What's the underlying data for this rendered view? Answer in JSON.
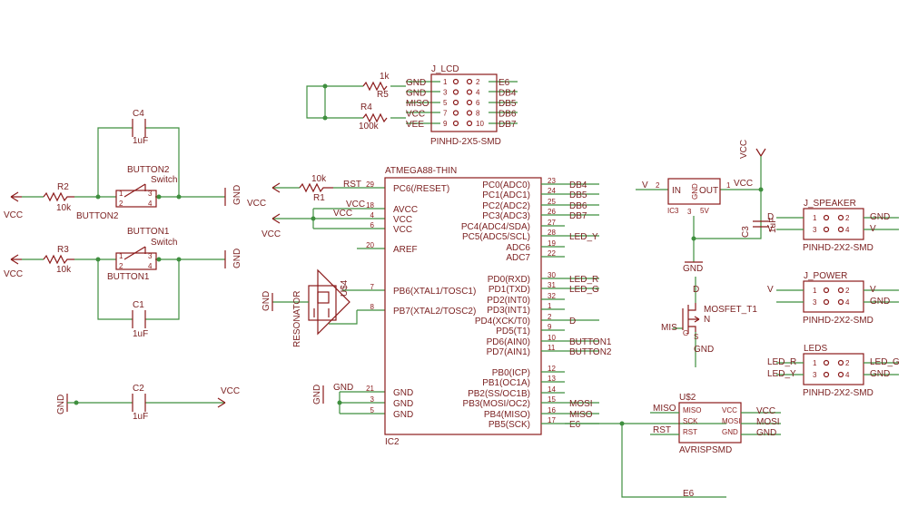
{
  "parts": {
    "r1": {
      "value": "10k",
      "name": "R1",
      "net": "RST"
    },
    "r2": {
      "value": "10k",
      "name": "R2"
    },
    "r3": {
      "value": "10k",
      "name": "R3"
    },
    "r4": {
      "value": "100k",
      "name": "R4"
    },
    "r5": {
      "value": "1k",
      "name": "R5"
    },
    "c1": {
      "name": "C1",
      "value": "1uF"
    },
    "c2": {
      "name": "C2",
      "value": "1uF"
    },
    "c3": {
      "name": "C3",
      "value": "1uF"
    },
    "c4": {
      "name": "C4",
      "value": "1uF"
    },
    "button1": {
      "name": "BUTTON1",
      "type": "Switch",
      "net": "BUTTON1"
    },
    "button2": {
      "name": "BUTTON2",
      "type": "Switch",
      "net": "BUTTON2"
    },
    "resonator": {
      "name": "RESONATOR",
      "ref": "U$4"
    },
    "ic3": {
      "ref": "IC3",
      "in": "IN",
      "out": "OUT",
      "gnd": "GND",
      "volt": "5V",
      "pin_in": "2",
      "pin_out": "1",
      "pin_gnd": "3"
    },
    "mosfet": {
      "name": "MOSFET_T1",
      "d": "D",
      "g": "G",
      "s": "S",
      "n": "N"
    },
    "avrisp": {
      "ref": "U$2",
      "name": "AVRISPSMD",
      "pins": [
        "MISO",
        "VCC",
        "SCK",
        "MOSI",
        "RST",
        "GND"
      ]
    }
  },
  "nets": {
    "vcc": "VCC",
    "gnd": "GND",
    "v": "V",
    "rst": "RST",
    "e6": "E6",
    "miso": "MISO",
    "mosi": "MOSI",
    "led_r": "LED_R",
    "led_g": "LED_G",
    "led_y": "LED_Y",
    "mis": "MIS"
  },
  "mcu": {
    "name": "ATMEGA88-THIN",
    "ref": "IC2",
    "left_pins": [
      {
        "num": "29",
        "name": "PC6(/RESET)",
        "net": "RST"
      },
      {
        "num": "18",
        "name": "AVCC",
        "net": "VCC"
      },
      {
        "num": "4",
        "name": "VCC",
        "net": "VCC"
      },
      {
        "num": "6",
        "name": "VCC",
        "net": ""
      },
      {
        "num": "20",
        "name": "AREF",
        "net": ""
      },
      {
        "num": "7",
        "name": "PB6(XTAL1/TOSC1)",
        "net": ""
      },
      {
        "num": "8",
        "name": "PB7(XTAL2/TOSC2)",
        "net": ""
      },
      {
        "num": "21",
        "name": "GND",
        "net": ""
      },
      {
        "num": "3",
        "name": "GND",
        "net": ""
      },
      {
        "num": "5",
        "name": "GND",
        "net": ""
      }
    ],
    "right_pins": [
      {
        "num": "23",
        "name": "PC0(ADC0)",
        "net": "DB4"
      },
      {
        "num": "24",
        "name": "PC1(ADC1)",
        "net": "DB5"
      },
      {
        "num": "25",
        "name": "PC2(ADC2)",
        "net": "DB6"
      },
      {
        "num": "26",
        "name": "PC3(ADC3)",
        "net": "DB7"
      },
      {
        "num": "27",
        "name": "PC4(ADC4/SDA)",
        "net": ""
      },
      {
        "num": "28",
        "name": "PC5(ADC5/SCL)",
        "net": "LED_Y"
      },
      {
        "num": "19",
        "name": "ADC6",
        "net": ""
      },
      {
        "num": "22",
        "name": "ADC7",
        "net": ""
      },
      {
        "num": "30",
        "name": "PD0(RXD)",
        "net": "LED_R"
      },
      {
        "num": "31",
        "name": "PD1(TXD)",
        "net": "LED_G"
      },
      {
        "num": "32",
        "name": "PD2(INT0)",
        "net": ""
      },
      {
        "num": "1",
        "name": "PD3(INT1)",
        "net": ""
      },
      {
        "num": "2",
        "name": "PD4(XCK/T0)",
        "net": "D"
      },
      {
        "num": "9",
        "name": "PD5(T1)",
        "net": ""
      },
      {
        "num": "10",
        "name": "PD6(AIN0)",
        "net": "BUTTON1"
      },
      {
        "num": "11",
        "name": "PD7(AIN1)",
        "net": "BUTTON2"
      },
      {
        "num": "12",
        "name": "PB0(ICP)",
        "net": ""
      },
      {
        "num": "13",
        "name": "PB1(OC1A)",
        "net": ""
      },
      {
        "num": "14",
        "name": "PB2(SS/OC1B)",
        "net": ""
      },
      {
        "num": "15",
        "name": "PB3(MOSI/OC2)",
        "net": "MOSI"
      },
      {
        "num": "16",
        "name": "PB4(MISO)",
        "net": "MISO"
      },
      {
        "num": "17",
        "name": "PB5(SCK)",
        "net": "E6"
      }
    ]
  },
  "j_lcd": {
    "name": "J_LCD",
    "footprint": "PINHD-2X5-SMD",
    "rows": [
      {
        "l": "1",
        "r": "2",
        "lnet": "GND",
        "rnet": "E6"
      },
      {
        "l": "3",
        "r": "4",
        "lnet": "GND",
        "rnet": "DB4"
      },
      {
        "l": "5",
        "r": "6",
        "lnet": "MISO",
        "rnet": "DB5"
      },
      {
        "l": "7",
        "r": "8",
        "lnet": "VCC",
        "rnet": "DB6"
      },
      {
        "l": "9",
        "r": "10",
        "lnet": "VEE",
        "rnet": "DB7"
      }
    ]
  },
  "headers": [
    {
      "name": "J_SPEAKER",
      "footprint": "PINHD-2X2-SMD",
      "lnets": [
        "D",
        "V"
      ],
      "rnets": [
        "GND",
        "V"
      ],
      "pins": [
        "1",
        "2",
        "3",
        "4"
      ]
    },
    {
      "name": "J_POWER",
      "footprint": "PINHD-2X2-SMD",
      "lnets": [
        "V",
        ""
      ],
      "rnets": [
        "V",
        "GND"
      ],
      "pins": [
        "1",
        "2",
        "3",
        "4"
      ]
    },
    {
      "name": "LEDS",
      "footprint": "PINHD-2X2-SMD",
      "lnets": [
        "LED_R",
        "LED_Y"
      ],
      "rnets": [
        "LED_G",
        "GND"
      ],
      "pins": [
        "1",
        "2",
        "3",
        "4"
      ]
    }
  ],
  "colors": {
    "wire": "#3f8f3f",
    "part": "#8b1a1a",
    "text": "#7a1f1f",
    "background": "#ffffff"
  }
}
